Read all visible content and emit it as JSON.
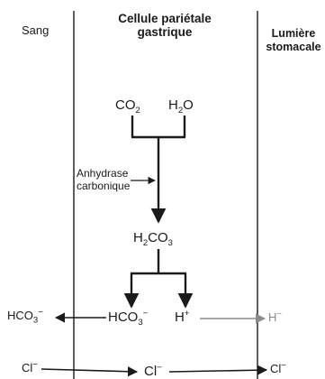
{
  "headers": {
    "blood": "Sang",
    "cell_line1": "Cellule pariétale",
    "cell_line2": "gastrique",
    "lumen_line1": "Lumière",
    "lumen_line2": "stomacale"
  },
  "enzyme": {
    "line1": "Anhydrase",
    "line2": "carbonique"
  },
  "molecules": {
    "co2": {
      "base": "CO",
      "sub": "2"
    },
    "h2o": {
      "base1": "H",
      "sub": "2",
      "base2": "O"
    },
    "h2co3": {
      "base1": "H",
      "sub1": "2",
      "base2": "CO",
      "sub2": "3"
    },
    "hco3_cell": {
      "base": "HCO",
      "sub": "3",
      "sup": "−"
    },
    "h_cell": {
      "base": "H",
      "sup": "+"
    },
    "hco3_blood": {
      "base": "HCO",
      "sub": "3",
      "sup": "−"
    },
    "h_lumen": {
      "base": "H",
      "sup": "−"
    },
    "cl_blood": {
      "base": "Cl",
      "sup": "−"
    },
    "cl_cell": {
      "base": "Cl",
      "sup": "−"
    },
    "cl_lumen": {
      "base": "Cl",
      "sup": "−"
    }
  },
  "colors": {
    "line": "#1a1a1a",
    "faded": "#8a8a8a"
  }
}
